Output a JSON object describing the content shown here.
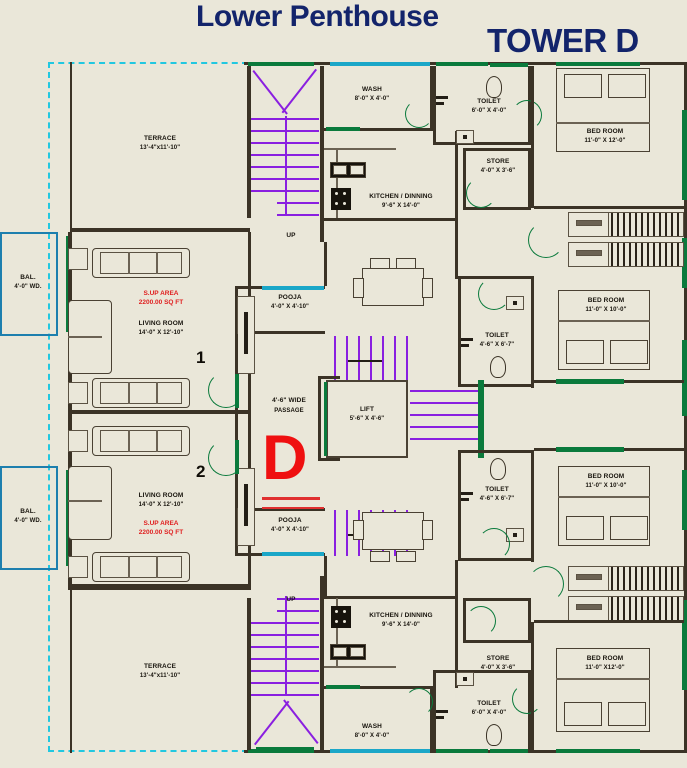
{
  "header": {
    "title_primary": "Lower Penthouse",
    "title_secondary": "TOWER D"
  },
  "markers": {
    "unit_1": "1",
    "unit_2": "2",
    "tower_letter": "D"
  },
  "colors": {
    "title": "#13246b",
    "tower_marker": "#ef1010",
    "area_text": "#e02020",
    "wall": "#3b3326",
    "door_swing": "#0a7a3c",
    "stair_tread": "#8a1fe0",
    "balcony_outline": "#1d7fae",
    "boundary_dash": "#22c8e0",
    "background": "#eae7d9"
  },
  "rooms": {
    "terrace_top": {
      "name": "TERRACE",
      "dims": "13'-4\"x11'-10\""
    },
    "terrace_bottom": {
      "name": "TERRACE",
      "dims": "13'-4\"x11'-10\""
    },
    "wash_top": {
      "name": "WASH",
      "dims": "8'-0\" X 4'-0\""
    },
    "wash_bottom": {
      "name": "WASH",
      "dims": "8'-0\" X 4'-0\""
    },
    "toilet_top": {
      "name": "TOILET",
      "dims": "6'-0\" X 4'-0\""
    },
    "toilet_bottom": {
      "name": "TOILET",
      "dims": "6'-0\" X 4'-0\""
    },
    "store_top": {
      "name": "STORE",
      "dims": "4'-0\" X 3'-6\""
    },
    "store_bottom": {
      "name": "STORE",
      "dims": "4'-0\" X 3'-6\""
    },
    "kitchen_top": {
      "name": "KITCHEN / DINNING",
      "dims": "9'-6\" X 14'-0\""
    },
    "kitchen_bottom": {
      "name": "KITCHEN / DINNING",
      "dims": "9'-6\" X 14'-0\""
    },
    "bedroom_top": {
      "name": "BED ROOM",
      "dims": "11'-0\" X 12'-0\""
    },
    "bedroom_upper_mid": {
      "name": "BED ROOM",
      "dims": "11'-0\" X 10'-0\""
    },
    "bedroom_lower_mid": {
      "name": "BED ROOM",
      "dims": "11'-0\" X 10'-0\""
    },
    "bedroom_bottom": {
      "name": "BED ROOM",
      "dims": "11'-0\" X12'-0\""
    },
    "toilet_mid_top": {
      "name": "TOILET",
      "dims": "4'-6\" X 6'-7\""
    },
    "toilet_mid_bottom": {
      "name": "TOILET",
      "dims": "4'-6\" X 6'-7\""
    },
    "living_1": {
      "name": "LIVING ROOM",
      "dims": "14'-0\" X 12'-10\""
    },
    "living_2": {
      "name": "LIVING ROOM",
      "dims": "14'-0\" X 12'-10\""
    },
    "pooja_1": {
      "name": "POOJA",
      "dims": "4'-0\" X 4'-10\""
    },
    "pooja_2": {
      "name": "POOJA",
      "dims": "4'-0\" X 4'-10\""
    },
    "lift": {
      "name": "LIFT",
      "dims": "5'-6\" X 4'-6\""
    },
    "passage": {
      "line1": "4'-6\" WIDE",
      "line2": "PASSAGE"
    },
    "balcony_1": {
      "line1": "BAL.",
      "line2": "4'-0\" WD."
    },
    "balcony_2": {
      "line1": "BAL.",
      "line2": "4'-0\" WD."
    }
  },
  "areas": {
    "unit_1": {
      "line1": "S.UP AREA",
      "line2": "2200.00 SQ FT"
    },
    "unit_2": {
      "line1": "S.UP AREA",
      "line2": "2200.00 SQ FT"
    }
  },
  "stairs": {
    "up_top": "UP",
    "up_bottom": "UP"
  }
}
